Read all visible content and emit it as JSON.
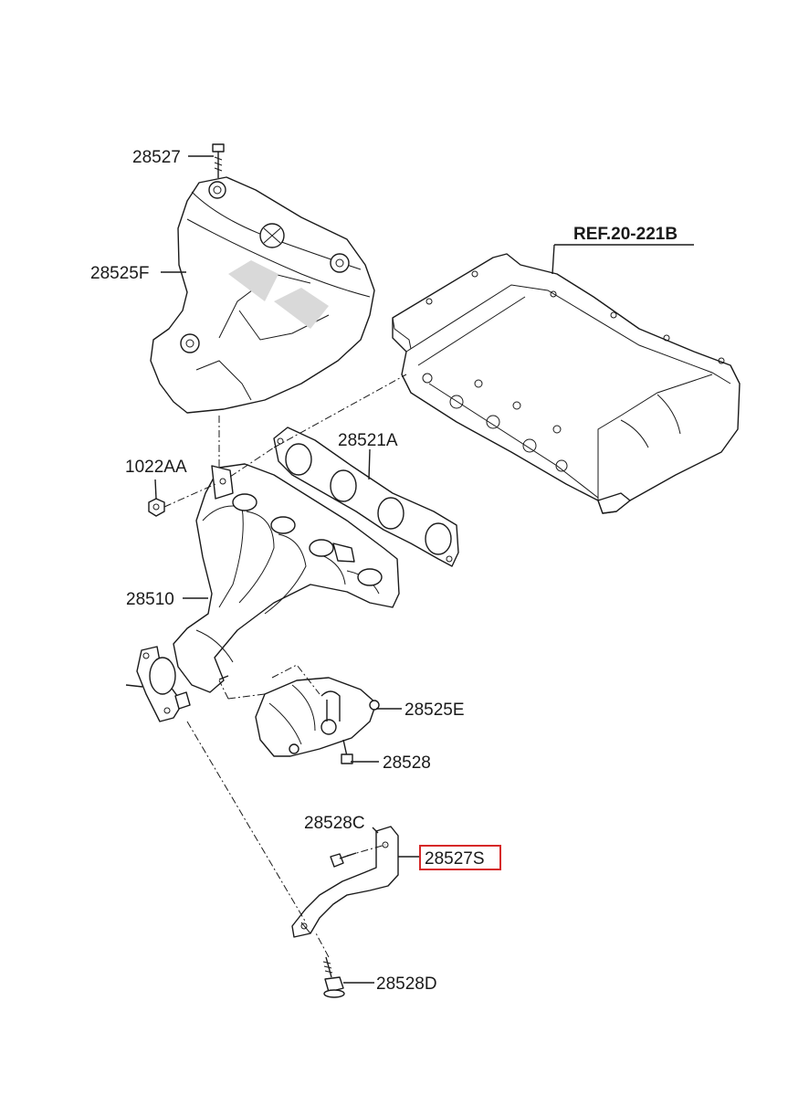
{
  "labels": {
    "p28527": "28527",
    "p28525F": "28525F",
    "ref": "REF.20-221B",
    "p28521A": "28521A",
    "p1022AA": "1022AA",
    "p28510": "28510",
    "p28525E": "28525E",
    "p28528": "28528",
    "p28528C": "28528C",
    "p28527S": "28527S",
    "p28528D": "28528D"
  },
  "colors": {
    "highlight": "#d62828",
    "line": "#1a1a1a",
    "background": "#ffffff"
  }
}
